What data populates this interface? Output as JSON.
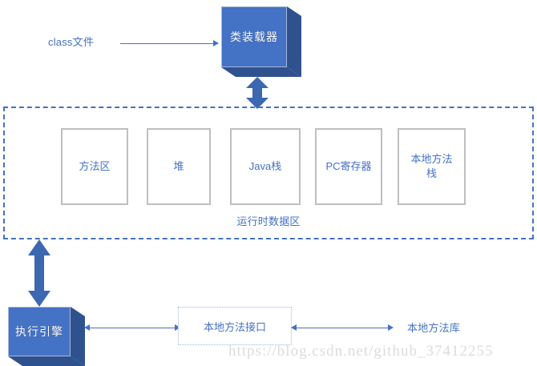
{
  "diagram": {
    "title_class_file": "class文件",
    "class_loader": "类装载器",
    "runtime_area_label": "运行时数据区",
    "memory_cells": [
      {
        "label": "方法区"
      },
      {
        "label": "堆"
      },
      {
        "label": "Java栈"
      },
      {
        "label": "PC寄存器"
      },
      {
        "label": "本地方法栈"
      }
    ],
    "execution_engine": "执行引擎",
    "native_interface": "本地方法接口",
    "native_library": "本地方法库",
    "watermark": "https://blog.csdn.net/github_37412255",
    "colors": {
      "accent_blue": "#4472C4",
      "dark_blue": "#2F528F",
      "cell_border_gray": "#BFBFBF",
      "watermark_gray": "#DCDCDC"
    }
  }
}
